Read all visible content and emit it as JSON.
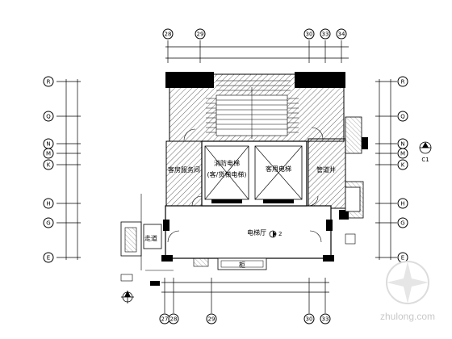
{
  "grid": {
    "top_axes": [
      "28",
      "29",
      "30",
      "33",
      "34"
    ],
    "bottom_axes": [
      "27",
      "28",
      "29",
      "30",
      "33"
    ],
    "left_axes": [
      "R",
      "Q",
      "N",
      "M",
      "K",
      "H",
      "G",
      "E"
    ],
    "right_axes": [
      "R",
      "Q",
      "N",
      "M",
      "K",
      "H",
      "G",
      "E"
    ]
  },
  "rooms": {
    "elevator_left": "消防电梯",
    "elevator_left_sub": "(客/货梯电梯)",
    "elevator_right": "客用电梯",
    "lobby": "电梯厅",
    "left_room": "客房服务间",
    "right_room": "管道井",
    "lower_left": "走道",
    "counter": "柜"
  },
  "marks": {
    "elevation_no": "2",
    "right_symbol_no": "C1"
  },
  "watermark": "zhulong.com"
}
